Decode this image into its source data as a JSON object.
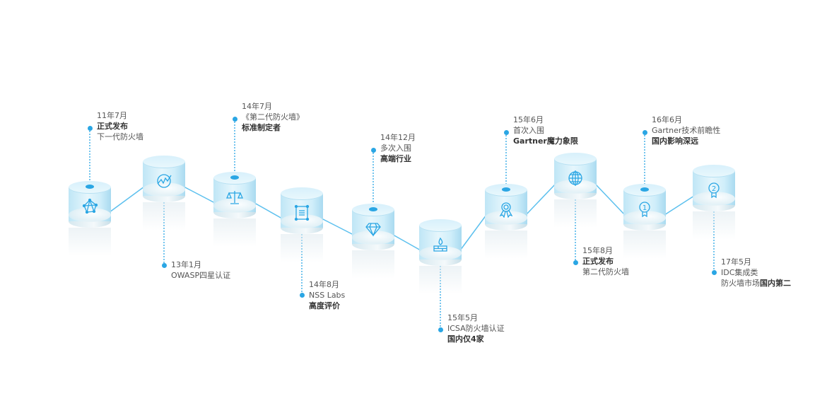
{
  "accent_color": "#2aa6e4",
  "milestones": [
    {
      "icon": "network-polyhedron-icon",
      "position": "above",
      "lines": [
        {
          "text": "11年7月",
          "bold": false
        },
        {
          "text": "正式发布",
          "bold": true
        },
        {
          "text": "下一代防火墙",
          "bold": false
        }
      ]
    },
    {
      "icon": "trend-chart-icon",
      "position": "below",
      "lines": [
        {
          "text": "13年1月",
          "bold": false
        },
        {
          "text": "OWASP四星认证",
          "bold": false
        }
      ]
    },
    {
      "icon": "scales-icon",
      "position": "above",
      "lines": [
        {
          "text": "14年7月",
          "bold": false
        },
        {
          "text": "《第二代防火墙》",
          "bold": false
        },
        {
          "text": "标准制定者",
          "bold": true
        }
      ]
    },
    {
      "icon": "document-frame-icon",
      "position": "below",
      "lines": [
        {
          "text": "14年8月",
          "bold": false
        },
        {
          "text": "NSS Labs",
          "bold": false
        },
        {
          "text": "高度评价",
          "bold": true
        }
      ]
    },
    {
      "icon": "diamond-icon",
      "position": "above",
      "lines": [
        {
          "text": "14年12月",
          "bold": false
        },
        {
          "text": "多次入围",
          "bold": false
        },
        {
          "text": "高端行业",
          "bold": true
        }
      ]
    },
    {
      "icon": "firewall-icon",
      "position": "below",
      "lines": [
        {
          "text": "15年5月",
          "bold": false
        },
        {
          "text": "ICSA防火墙认证",
          "bold": false
        },
        {
          "text": "国内仅4家",
          "bold": true
        }
      ]
    },
    {
      "icon": "award-ribbon-icon",
      "position": "above",
      "lines": [
        {
          "text": "15年6月",
          "bold": false
        },
        {
          "text": "首次入围",
          "bold": false
        },
        {
          "text": "Gartner魔力象限",
          "bold": true
        }
      ]
    },
    {
      "icon": "globe-icon",
      "position": "below",
      "lines": [
        {
          "text": "15年8月",
          "bold": false
        },
        {
          "text": "正式发布",
          "bold": true
        },
        {
          "text": "第二代防火墙",
          "bold": false
        }
      ]
    },
    {
      "icon": "medal-1-icon",
      "position": "above",
      "lines": [
        {
          "text": "16年6月",
          "bold": false
        },
        {
          "text": "Gartner技术前瞻性",
          "bold": false
        },
        {
          "text": "国内影响深远",
          "bold": true
        }
      ]
    },
    {
      "icon": "medal-2-icon",
      "position": "below",
      "lines": [
        {
          "text": "17年5月",
          "bold": false
        },
        {
          "text": "IDC集成类",
          "bold": false
        },
        {
          "text": "防火墙市场",
          "bold": false,
          "suffix": "国内第二"
        }
      ]
    }
  ]
}
